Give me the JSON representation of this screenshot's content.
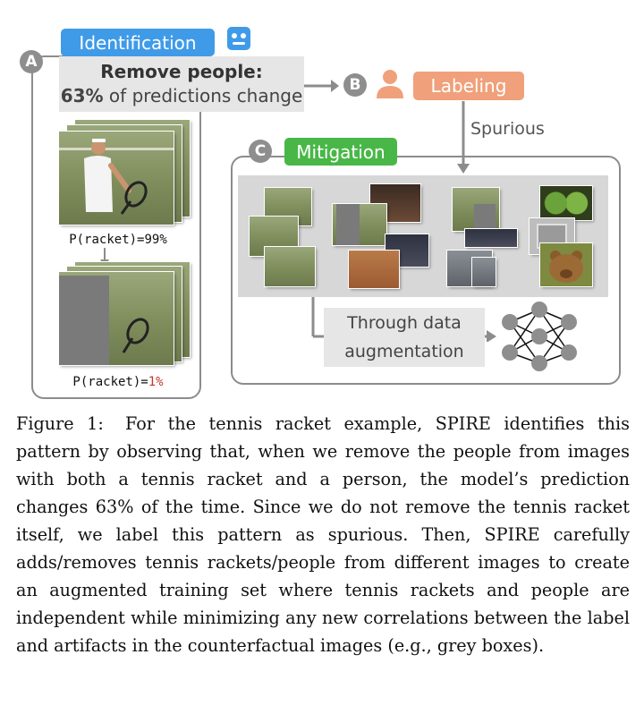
{
  "figure": {
    "badges": {
      "a": "A",
      "b": "B",
      "c": "C"
    },
    "identification": {
      "label": "Identification",
      "heading": "Remove people:",
      "stat_prefix": "63%",
      "stat_suffix": " of predictions change",
      "robot_icon": "robot-icon"
    },
    "labeling": {
      "label": "Labeling",
      "person_icon": "person-icon",
      "arrow_label": "Spurious"
    },
    "mitigation": {
      "label": "Mitigation",
      "aug_line1": "Through data",
      "aug_line2": "augmentation",
      "network_icon": "neural-network-icon"
    },
    "predictions": {
      "before_prefix": "P(racket)=",
      "before_value": "99%",
      "after_prefix": "P(racket)=",
      "after_value": "1%"
    },
    "colors": {
      "identification": "#3f9be8",
      "labeling": "#f0a07a",
      "mitigation": "#49b747",
      "badge": "#8e8e8e",
      "highlight_red": "#c0392b"
    }
  },
  "caption": "Figure 1:  For the tennis racket example, SPIRE identifies this pattern by observing that, when we remove the people from images with both a tennis racket and a person, the model’s prediction changes 63% of the time. Since we do not remove the tennis racket itself, we label this pattern as spurious. Then, SPIRE carefully adds/removes tennis rackets/people from different images to create an augmented training set where tennis rackets and people are independent while minimizing any new correlations between the label and artifacts in the counterfactual images (e.g., grey boxes)."
}
